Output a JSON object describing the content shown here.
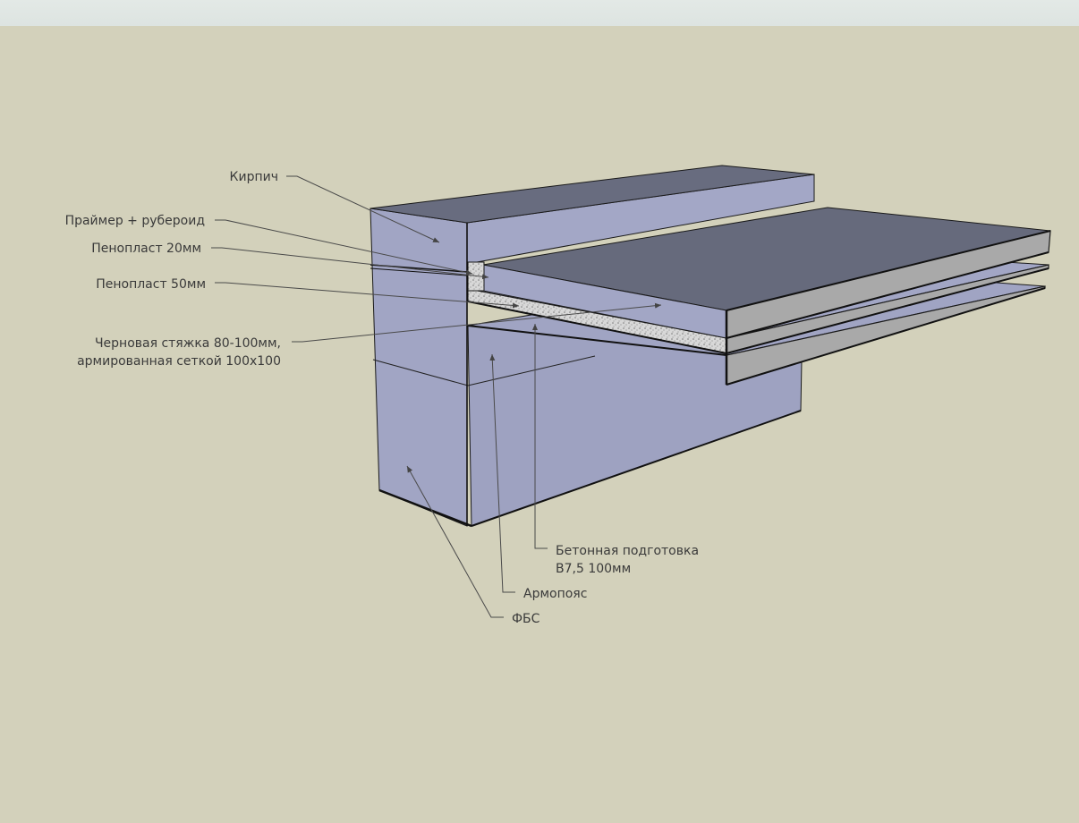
{
  "diagram": {
    "labels": {
      "brick": "Кирпич",
      "primer": "Праймер + рубероид",
      "foam20": "Пенопласт 20мм",
      "foam50": "Пенопласт 50мм",
      "screed_line1": "Черновая стяжка 80-100мм,",
      "screed_line2": "армированная сеткой 100х100",
      "concrete_line1": "Бетонная подготовка",
      "concrete_line2": "В7,5 100мм",
      "armopoyas": "Армопояс",
      "fbs": "ФБС"
    },
    "colors": {
      "background": "#d3d1bb",
      "wall_face": "#a0a4c3",
      "wall_top": "#666a7c",
      "slab_edge": "#a9a9a9",
      "outline": "#111111",
      "leader": "#555555"
    }
  }
}
